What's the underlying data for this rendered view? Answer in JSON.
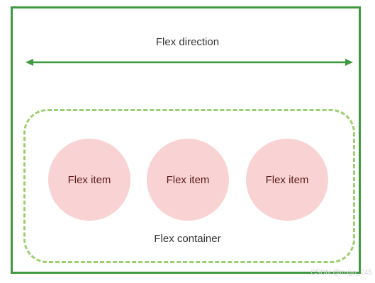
{
  "colors": {
    "frame": "#3f9a3f",
    "arrow": "#3f9a3f",
    "container_border": "#9ccf6e",
    "item_fill": "#f9d3d3"
  },
  "direction": {
    "label": "Flex direction",
    "arrow_icon": "double-headed-arrow"
  },
  "container": {
    "label": "Flex container"
  },
  "items": [
    {
      "label": "Flex item"
    },
    {
      "label": "Flex item"
    },
    {
      "label": "Flex item"
    }
  ],
  "watermark": "CSDN @mxjjo_245"
}
